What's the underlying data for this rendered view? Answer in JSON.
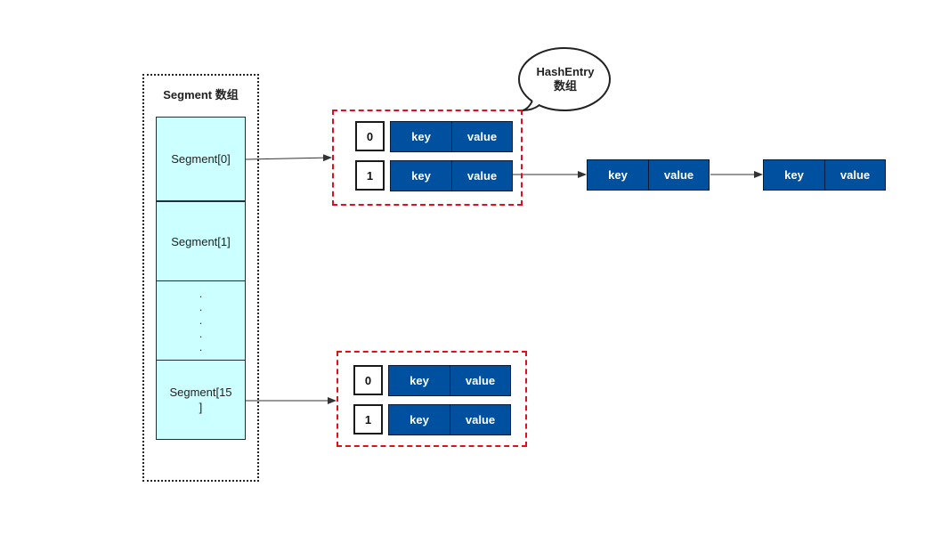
{
  "segment_array": {
    "title": "Segment 数组",
    "cells": [
      "Segment[0]",
      "Segment[1]",
      "",
      "Segment[15\n]"
    ],
    "dots": [
      ".",
      ".",
      ".",
      ".",
      "."
    ]
  },
  "callout": {
    "line1": "HashEntry",
    "line2": "数组"
  },
  "tables": {
    "first": {
      "rows": [
        {
          "index": "0",
          "key": "key",
          "value": "value"
        },
        {
          "index": "1",
          "key": "key",
          "value": "value"
        }
      ]
    },
    "second": {
      "rows": [
        {
          "index": "0",
          "key": "key",
          "value": "value"
        },
        {
          "index": "1",
          "key": "key",
          "value": "value"
        }
      ]
    }
  },
  "chain": [
    {
      "key": "key",
      "value": "value"
    },
    {
      "key": "key",
      "value": "value"
    }
  ],
  "colors": {
    "segment_fill": "#ccffff",
    "entry_fill": "#0050a0",
    "dashed_border": "#e0101a"
  }
}
